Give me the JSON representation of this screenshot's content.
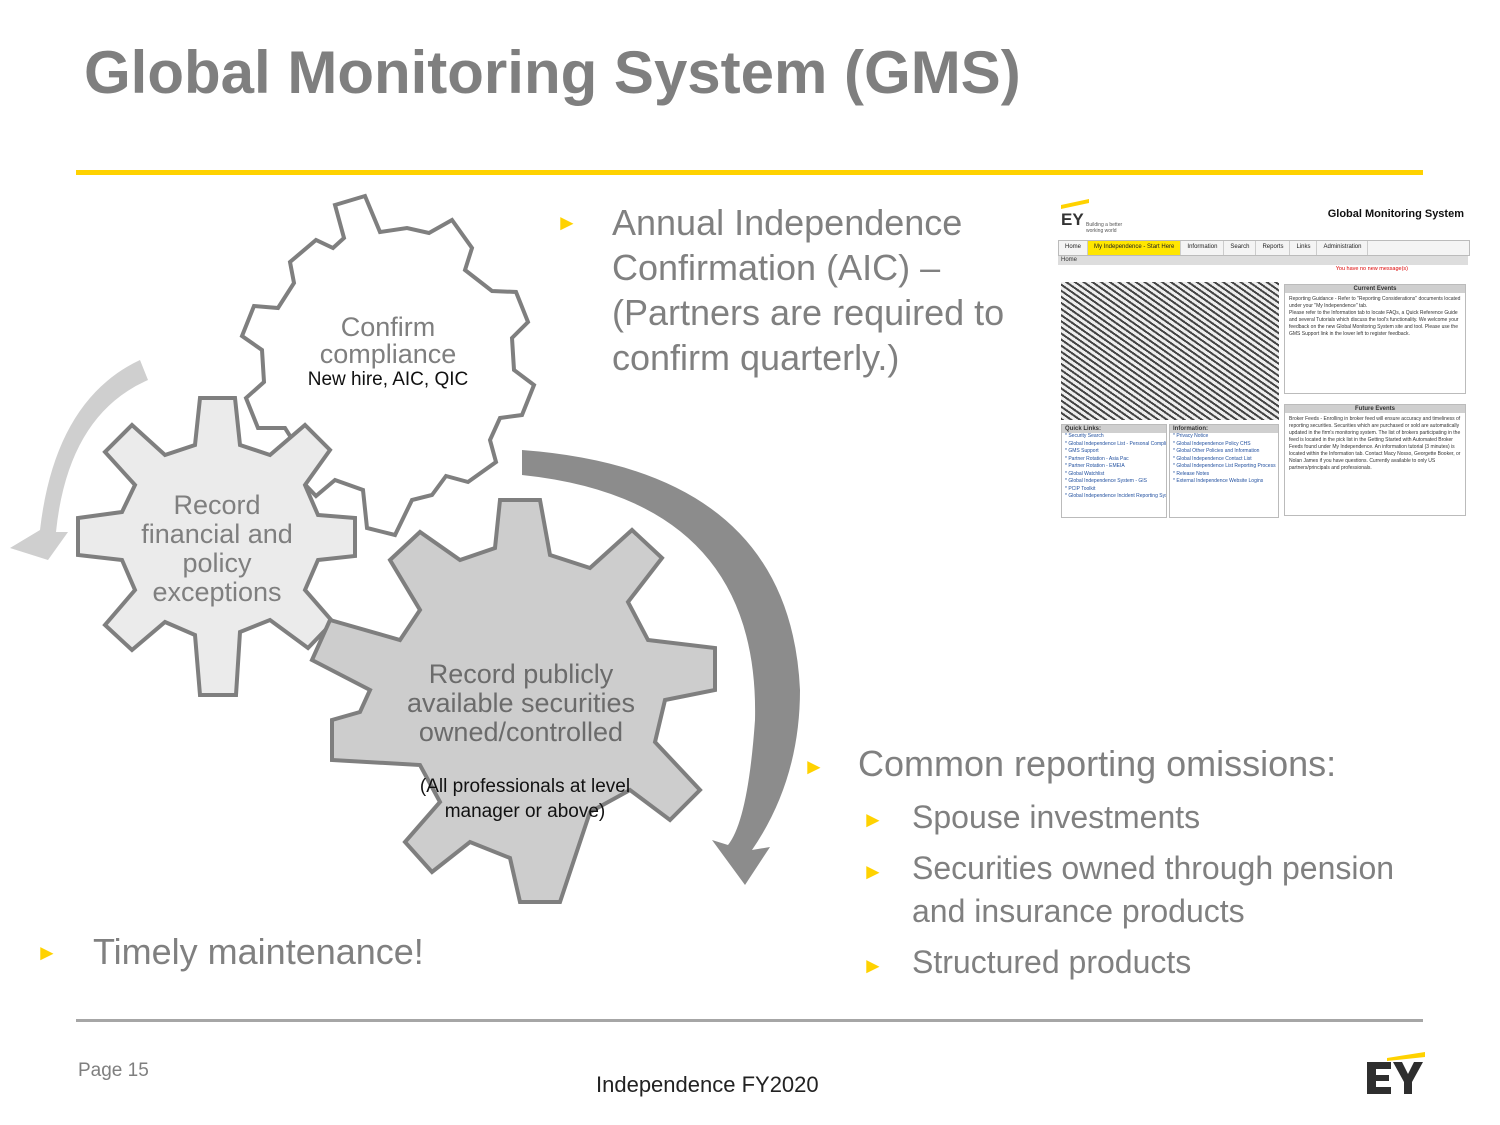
{
  "slide": {
    "title": "Global Monitoring System (GMS)",
    "page": "Page 15",
    "footer": "Independence FY2020"
  },
  "gears": {
    "confirm": {
      "title": "Confirm compliance",
      "sub": "New hire, AIC, QIC"
    },
    "record_financial": {
      "title": "Record financial and policy exceptions"
    },
    "record_securities": {
      "title": "Record publicly available securities owned/controlled",
      "sub": "(All professionals at level manager or above)"
    }
  },
  "bullets": {
    "aic": "Annual Independence Confirmation (AIC) – (Partners are required to confirm quarterly.)",
    "timely": "Timely maintenance!",
    "omissions": "Common reporting omissions:",
    "omission_items": [
      "Spouse investments",
      "Securities owned through pension and insurance products",
      "Structured products"
    ]
  },
  "screenshot": {
    "brand": "EY",
    "tagline": "Building a better working world",
    "title": "Global Monitoring System",
    "nav": [
      "Home",
      "My Independence - Start Here",
      "Information",
      "Search",
      "Reports",
      "Links",
      "Administration"
    ],
    "breadcrumb": "Home",
    "message": "You have no new message(s)",
    "current_events_title": "Current Events",
    "current_events": [
      "Reporting Guidance - Refer to \"Reporting Considerations\" documents located under your \"My Independence\" tab.",
      "Please refer to the Information tab to locate FAQs, a Quick Reference Guide and several Tutorials which discuss the tool's functionality. We welcome your feedback on the new Global Monitoring System site and tool. Please use the GMS Support link in the lower left to register feedback."
    ],
    "future_events_title": "Future Events",
    "future_events": "Broker Feeds - Enrolling in broker feed will ensure accuracy and timeliness of reporting securities. Securities which are purchased or sold are automatically updated in the firm's monitoring system. The list of brokers participating in the feed is located in the pick list in the Getting Started with Automated Broker Feeds found under My Independence. An information tutorial (3 minutes) is located within the Information tab. Contact Macy Nosso, Georgette Booker, or Nolan James if you have questions. Currently available to only US partners/principals and professionals.",
    "quick_links_title": "Quick Links:",
    "quick_links": [
      "* Security Search",
      "* Global Independence List - Personal Compliance (Entity search)",
      "* GMS Support",
      "* Partner Rotation - Asia Pac",
      "* Partner Rotation - EMEIA",
      "* Global Watchlist",
      "* Global Independence System - GIS",
      "* PCIP Toolkit",
      "* Global Independence Incident Reporting System (GIIRS)"
    ],
    "information_title": "Information:",
    "information_links": [
      "* Privacy Notice",
      "* Global Independence Policy CHS",
      "* Global Other Policies and Information",
      "* Global Independence Contact List",
      "* Global Independence List Reporting Process",
      "* Release Notes",
      "* External Independence Website Logins"
    ]
  },
  "colors": {
    "accent": "#ffd200",
    "text_gray": "#808080",
    "gear_light": "#ebebeb",
    "gear_dark": "#cdcdcd"
  }
}
